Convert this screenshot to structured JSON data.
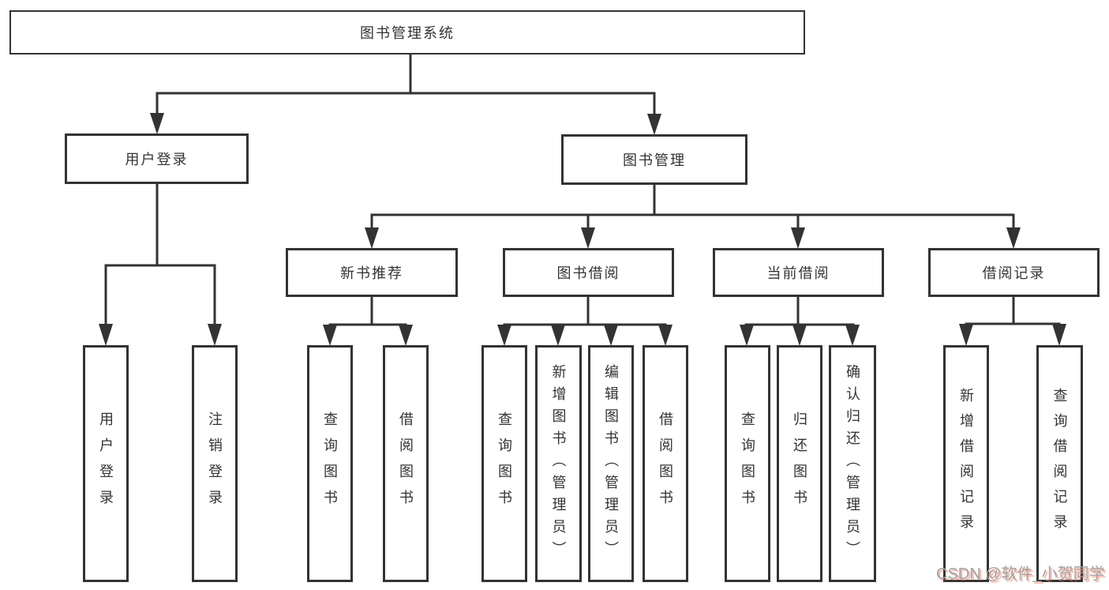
{
  "diagram": {
    "type": "tree",
    "tree": {
      "root": {
        "label": "图书管理系统"
      },
      "level2": [
        {
          "label": "用户登录",
          "leaves": [
            {
              "label": "用户登录"
            },
            {
              "label": "注销登录"
            }
          ]
        },
        {
          "label": "图书管理",
          "groups": [
            {
              "label": "新书推荐",
              "leaves": [
                {
                  "label": "查询图书"
                },
                {
                  "label": "借阅图书"
                }
              ]
            },
            {
              "label": "图书借阅",
              "leaves": [
                {
                  "label": "查询图书"
                },
                {
                  "label": "新增图书（管理员）"
                },
                {
                  "label": "编辑图书（管理员）"
                },
                {
                  "label": "借阅图书"
                }
              ]
            },
            {
              "label": "当前借阅",
              "leaves": [
                {
                  "label": "查询图书"
                },
                {
                  "label": "归还图书"
                },
                {
                  "label": "确认归还（管理员）"
                }
              ]
            },
            {
              "label": "借阅记录",
              "leaves": [
                {
                  "label": "新增借阅记录"
                },
                {
                  "label": "查询借阅记录"
                }
              ]
            }
          ]
        }
      ]
    },
    "colors": {
      "line": "#333333",
      "box_border": "#333333",
      "box_background": "#ffffff",
      "text": "#333333"
    }
  },
  "watermark": {
    "text": "CSDN @软件_小贺同学",
    "gray": "#a2a2a2",
    "red": "#fc5531"
  }
}
